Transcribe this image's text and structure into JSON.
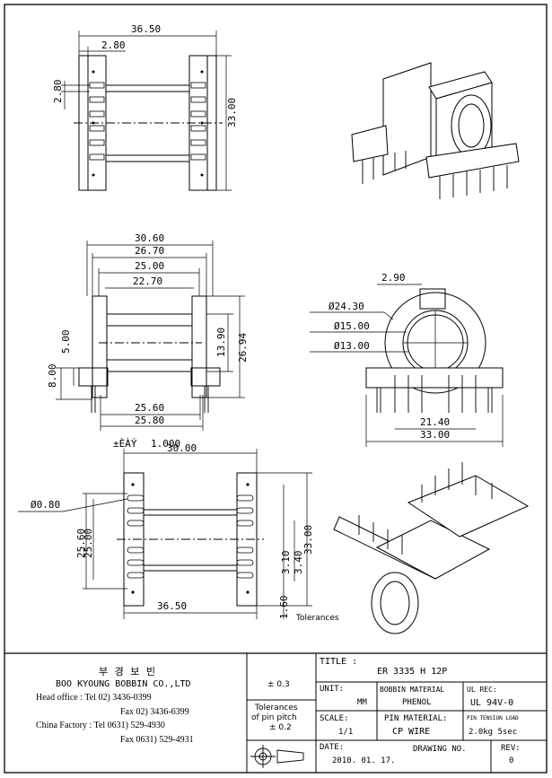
{
  "dims": {
    "v1_width": "36.50",
    "v1_slot": "2.80",
    "v1_height": "33.00",
    "v1_side": "2.80",
    "v2_d1": "30.60",
    "v2_d2": "26.70",
    "v2_d3": "25.00",
    "v2_d4": "22.70",
    "v2_h1": "13.90",
    "v2_h2": "26.94",
    "v2_l1": "8.00",
    "v2_l2": "5.00",
    "v2_b1": "25.60",
    "v2_b2": "25.80",
    "v3_slot": "2.90",
    "v3_od1": "Ø24.30",
    "v3_od2": "Ø15.00",
    "v3_id": "Ø13.00",
    "v3_pin_span": "21.40",
    "v3_width": "33.00",
    "v4_tol": "±ÈÀÝ",
    "v4_tol_val": "1.000",
    "v4_top": "30.00",
    "v4_pin": "Ø0.80",
    "v4_pitch_a": "25.60",
    "v4_pitch_b": "25.00",
    "v4_height": "33.00",
    "v4_p1": "3.10",
    "v4_p2": "3.40",
    "v4_p3": "1.60",
    "v4_width": "36.50",
    "tolerances_label": "Tolerances"
  },
  "company": {
    "korean_name": "부 경 보 빈",
    "english_name": "BOO KYOUNG BOBBIN CO.,LTD",
    "head_tel": "Head office  : Tel  02) 3436-0399",
    "head_fax": "Fax  02) 3436-6399",
    "factory_tel": "China Factory : Tel 0631) 529-4930",
    "factory_fax": "Fax 0631) 529-4931"
  },
  "tolerance": {
    "general": "± 0.3",
    "pitch_label_1": "Tolerances",
    "pitch_label_2": "of pin pitch",
    "pitch_value": "± 0.2"
  },
  "title_block": {
    "title_label": "TITLE :",
    "title_value": "ER 3335 H 12P",
    "unit_label": "UNIT:",
    "unit_value": "MM",
    "bobbin_label": "BOBBIN MATERIAL",
    "bobbin_value": "PHENOL",
    "ul_label": "UL REC:",
    "ul_value": "UL 94V-0",
    "scale_label": "SCALE:",
    "scale_value": "1/1",
    "pin_mat_label": "PIN MATERIAL:",
    "pin_mat_value": "CP WIRE",
    "pin_tension_label": "PIN TENSION LOAD",
    "pin_tension_value": "2.0kg 5sec",
    "date_label": "DATE:",
    "date_value": "2010. 01. 17.",
    "drawing_label": "DRAWING NO.",
    "rev_label": "REV:",
    "rev_value": "0"
  }
}
